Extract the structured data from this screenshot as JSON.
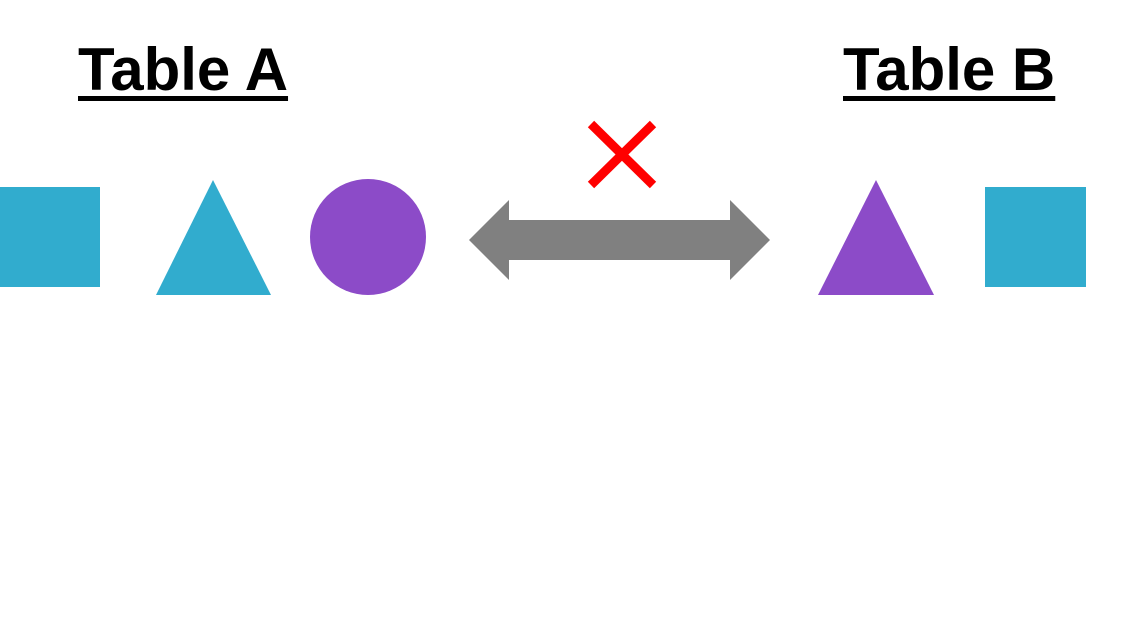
{
  "table_a": {
    "title": "Table A",
    "items": [
      {
        "shape": "square",
        "color": "#31ACCE"
      },
      {
        "shape": "triangle",
        "color": "#31ACCE"
      },
      {
        "shape": "circle",
        "color": "#8C4BC8"
      }
    ]
  },
  "table_b": {
    "title": "Table B",
    "items": [
      {
        "shape": "triangle",
        "color": "#8C4BC8"
      },
      {
        "shape": "square",
        "color": "#31ACCE"
      }
    ]
  },
  "connector": {
    "type": "double-arrow",
    "color": "#808080",
    "status": "no-match",
    "status_icon": "cross-icon",
    "status_color": "#FF0000"
  }
}
